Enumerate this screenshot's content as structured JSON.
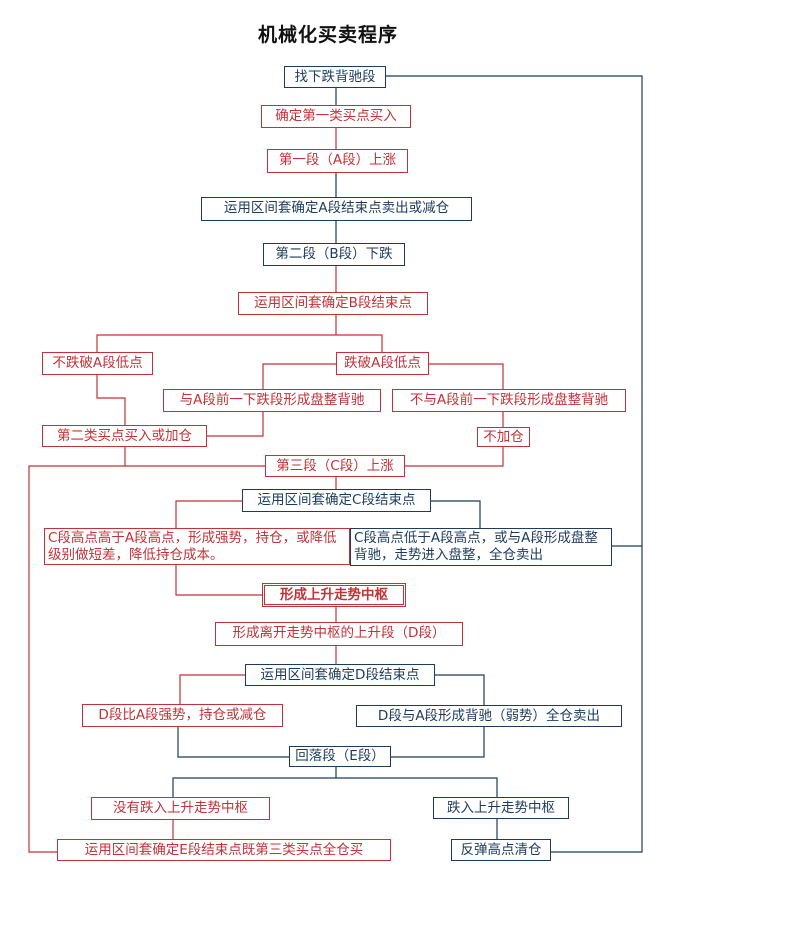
{
  "title": "机械化买卖程序",
  "colors": {
    "red": "#c23238",
    "blue": "#1d3b5c"
  },
  "nodes": {
    "find_divergence": "找下跌背驰段",
    "first_buy": "确定第一类买点买入",
    "seg_a_up": "第一段（A段）上涨",
    "seg_a_end": "运用区间套确定A段结束点卖出或减仓",
    "seg_b_down": "第二段（B段）下跌",
    "seg_b_end": "运用区间套确定B段结束点",
    "not_break_a_low": "不跌破A段低点",
    "break_a_low": "跌破A段低点",
    "consolidation_div": "与A段前一下跌段形成盘整背驰",
    "no_consolidation_div": "不与A段前一下跌段形成盘整背驰",
    "second_buy": "第二类买点买入或加仓",
    "no_add": "不加仓",
    "seg_c_up": "第三段（C段）上涨",
    "seg_c_end": "运用区间套确定C段结束点",
    "c_higher": "C段高点高于A段高点，形成强势，持仓，或降低级别做短差，降低持仓成本。",
    "c_lower": "C段高点低于A段高点，或与A段形成盘整背驰，走势进入盘整，全仓卖出",
    "pivot": "形成上升走势中枢",
    "seg_d_up": "形成离开走势中枢的上升段（D段）",
    "seg_d_end": "运用区间套确定D段结束点",
    "d_stronger": "D段比A段强势，持仓或减仓",
    "d_divergence": "D段与A段形成背驰（弱势）全仓卖出",
    "seg_e_pullback": "回落段（E段）",
    "not_into_pivot": "没有跌入上升走势中枢",
    "into_pivot": "跌入上升走势中枢",
    "third_buy": "运用区间套确定E段结束点既第三类买点全仓买",
    "sell_rebound": "反弹高点清仓"
  }
}
